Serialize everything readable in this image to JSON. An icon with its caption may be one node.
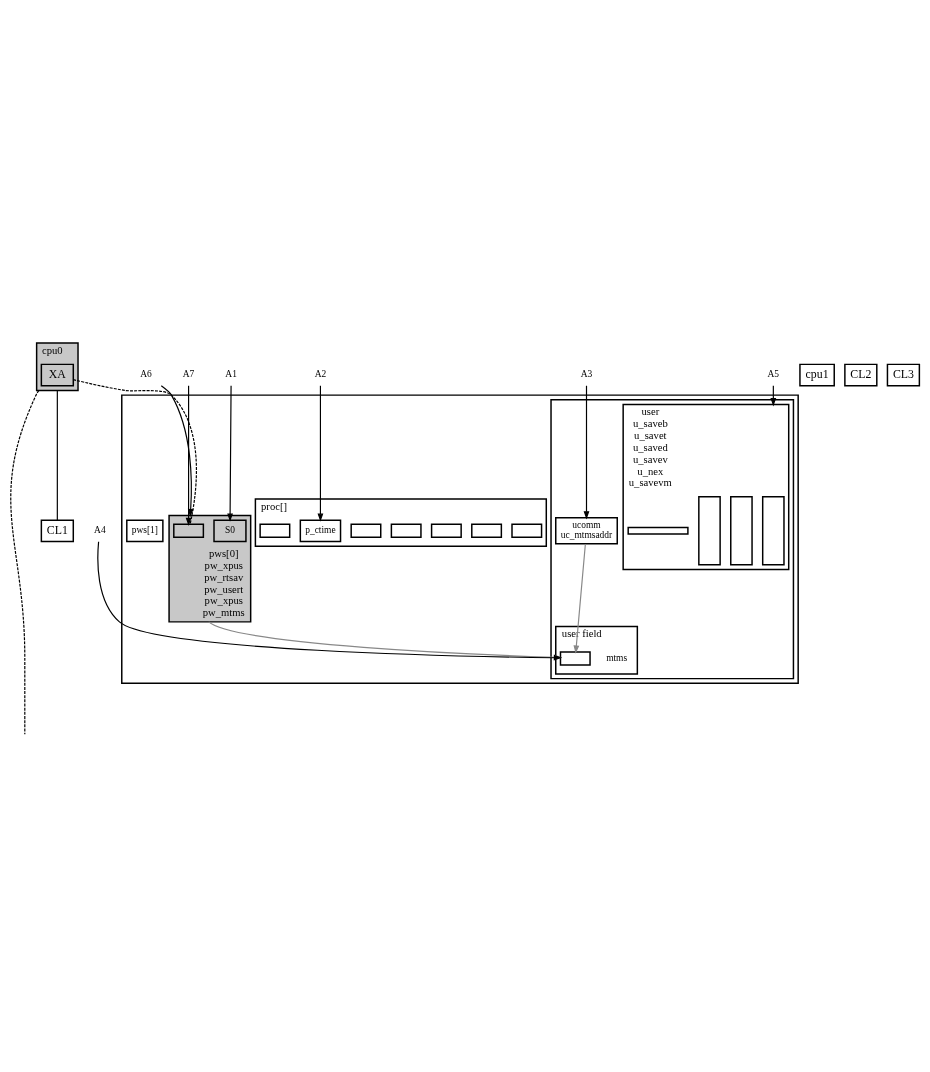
{
  "diagram": {
    "nodes": [
      {
        "text": [
          "cpu0"
        ]
      },
      {
        "text": [
          "XA"
        ],
        "in": 0
      },
      {
        "text": [
          "cpu1"
        ]
      },
      {
        "text": [
          "CL1"
        ]
      },
      {
        "text": [
          "CL2"
        ]
      },
      {
        "text": [
          "CL3"
        ]
      },
      {
        "text": [],
        "shape": "box"
      },
      {
        "text": [
          "pws[0]",
          "pw_xpus",
          "pw_rtsav",
          "pw_usert",
          "pw_xpus",
          "pw_mtms"
        ],
        "in": 6
      },
      {
        "text": [],
        "shape": "box",
        "in": 7
      },
      {
        "text": [
          "S0"
        ],
        "in": 7
      },
      {
        "text": [
          "pws[1]"
        ],
        "in": 6
      },
      {
        "text": [
          "proc[]"
        ],
        "in": 6
      },
      {
        "text": [],
        "shape": "box",
        "in": 11
      },
      {
        "text": [
          "p_ctime"
        ],
        "in": 11
      },
      {
        "text": [],
        "shape": "box",
        "in": 11
      },
      {
        "text": [],
        "shape": "box",
        "in": 11
      },
      {
        "text": [],
        "shape": "box",
        "in": 11
      },
      {
        "text": [],
        "shape": "box",
        "in": 11
      },
      {
        "text": [],
        "shape": "box",
        "in": 11
      },
      {
        "text": [],
        "shape": "box",
        "in": 6
      },
      {
        "text": [
          "ucomm",
          "uc_mtmsaddr"
        ],
        "in": 19
      },
      {
        "text": [
          "user",
          "u_saveb",
          "u_savet",
          "u_saved",
          "u_savev",
          "u_nex",
          "u_savevm"
        ],
        "in": 19
      },
      {
        "text": [],
        "shape": "box",
        "in": 21
      },
      {
        "text": [],
        "shape": "box",
        "in": 21
      },
      {
        "text": [],
        "shape": "box",
        "in": 21
      },
      {
        "text": [],
        "shape": "bar",
        "in": 21
      },
      {
        "text": [
          "user field"
        ],
        "in": 19
      },
      {
        "text": [],
        "shape": "box",
        "in": 26,
        "beside": [
          "mtms"
        ]
      },
      {
        "text": [
          "A6"
        ]
      },
      {
        "text": [
          "A7"
        ]
      },
      {
        "text": [
          "A1"
        ]
      },
      {
        "text": [
          "A2"
        ]
      },
      {
        "text": [
          "A3"
        ]
      },
      {
        "text": [
          "A5"
        ]
      },
      {
        "text": [
          "A4"
        ]
      }
    ],
    "edges": [
      {
        "from": 0,
        "to": null,
        "arrow": "none",
        "style": "dashed"
      },
      {
        "from": 0,
        "to": 3,
        "arrow": "none"
      },
      {
        "from": 1,
        "to": 8,
        "arrow": "none",
        "style": "dashed"
      },
      {
        "from": 7,
        "to": 27,
        "arrow": "to",
        "color": "#888888"
      },
      {
        "from": 20,
        "to": 27,
        "arrow": "to",
        "color": "#888888"
      },
      {
        "from": 28,
        "to": 7,
        "arrow": "to"
      },
      {
        "from": 29,
        "to": 8,
        "arrow": "to"
      },
      {
        "from": 30,
        "to": 9,
        "arrow": "to"
      },
      {
        "from": 31,
        "to": 13,
        "arrow": "to"
      },
      {
        "from": 32,
        "to": 20,
        "arrow": "to"
      },
      {
        "from": 33,
        "to": 21,
        "arrow": "to"
      },
      {
        "from": 34,
        "to": 27,
        "arrow": "to"
      }
    ]
  }
}
